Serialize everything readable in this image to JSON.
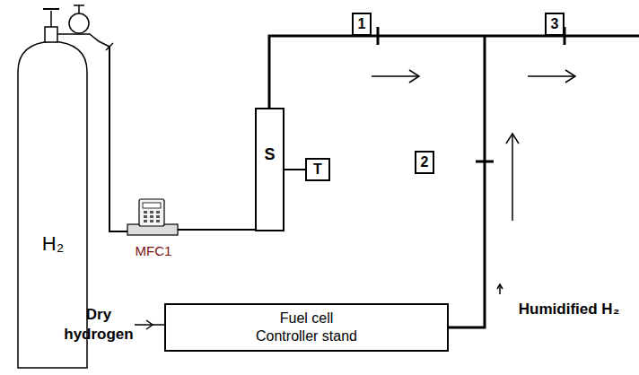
{
  "diagram": {
    "nodes": [
      {
        "text": [
          "1"
        ]
      },
      {
        "text": [
          "3"
        ]
      },
      {
        "text": [
          "S"
        ]
      },
      {
        "text": [
          "T"
        ]
      },
      {
        "text": [
          "2"
        ]
      },
      {
        "text": [
          "Fuel cell Controller stand"
        ]
      }
    ],
    "edges": [
      {
        "from": 2,
        "to": 3,
        "arrow": "none"
      }
    ],
    "labels": [
      "H₂",
      "MFC1",
      "Dry hydrogen",
      "Humidified H₂"
    ]
  }
}
